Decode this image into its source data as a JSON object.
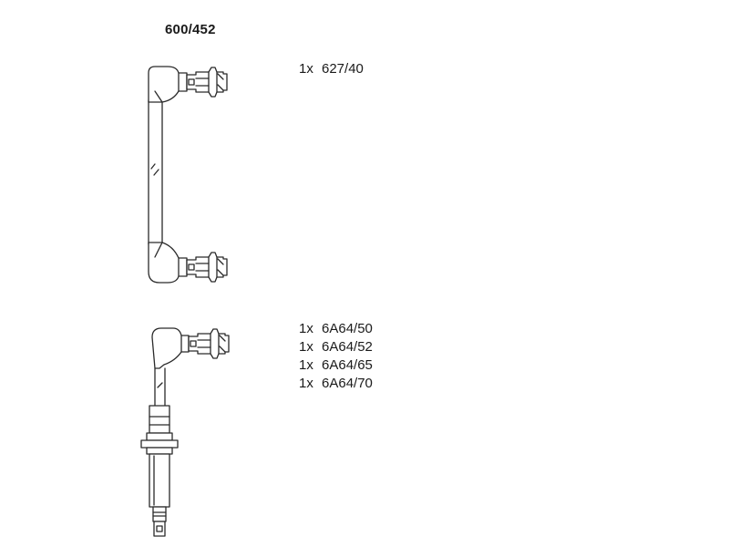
{
  "title": "600/452",
  "groups": [
    {
      "parts": [
        {
          "qty": "1x",
          "code": "627/40"
        }
      ]
    },
    {
      "parts": [
        {
          "qty": "1x",
          "code": "6A64/50"
        },
        {
          "qty": "1x",
          "code": "6A64/52"
        },
        {
          "qty": "1x",
          "code": "6A64/65"
        },
        {
          "qty": "1x",
          "code": "6A64/70"
        }
      ]
    }
  ],
  "colors": {
    "line": "#2a2a2a",
    "fill": "#ffffff",
    "text": "#1a1a1a"
  }
}
